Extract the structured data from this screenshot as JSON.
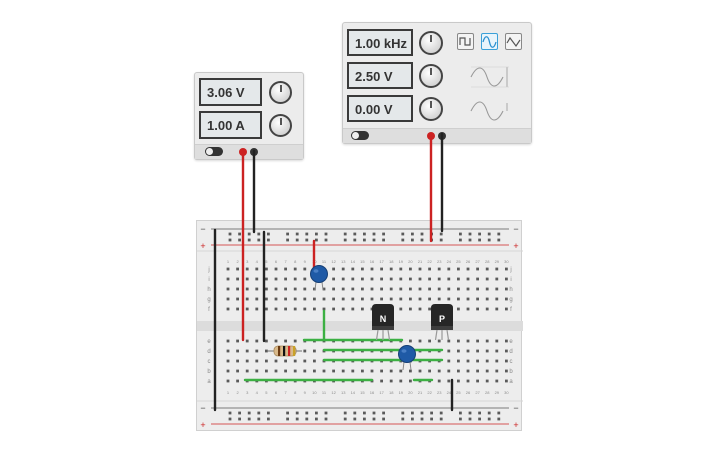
{
  "power_supply": {
    "voltage": "3.06 V",
    "current": "1.00 A",
    "colors": {
      "positive": "#cc2222",
      "negative": "#222222"
    }
  },
  "function_generator": {
    "frequency": "1.00 kHz",
    "amplitude": "2.50 V",
    "offset": "0.00 V",
    "waveforms": [
      "square-wave-icon",
      "sine-wave-icon",
      "triangle-wave-icon"
    ],
    "selected_waveform": "sine"
  },
  "breadboard": {
    "column_numbers": [
      "1",
      "2",
      "3",
      "4",
      "5",
      "6",
      "7",
      "8",
      "9",
      "10",
      "11",
      "12",
      "13",
      "14",
      "15",
      "16",
      "17",
      "18",
      "19",
      "20",
      "21",
      "22",
      "23",
      "24",
      "25",
      "26",
      "27",
      "28",
      "29",
      "30"
    ],
    "top_row_letters": [
      "j",
      "i",
      "h",
      "g",
      "f"
    ],
    "bottom_row_letters": [
      "e",
      "d",
      "c",
      "b",
      "a"
    ],
    "rail_labels": {
      "minus": "−",
      "plus": "+"
    }
  },
  "components": {
    "transistor_npn_label": "N",
    "transistor_pnp_label": "P"
  },
  "colors": {
    "wire_red": "#cc2222",
    "wire_black": "#222222",
    "wire_green": "#3cb043",
    "capacitor_blue": "#1f5aa6",
    "transistor_body": "#262626"
  }
}
